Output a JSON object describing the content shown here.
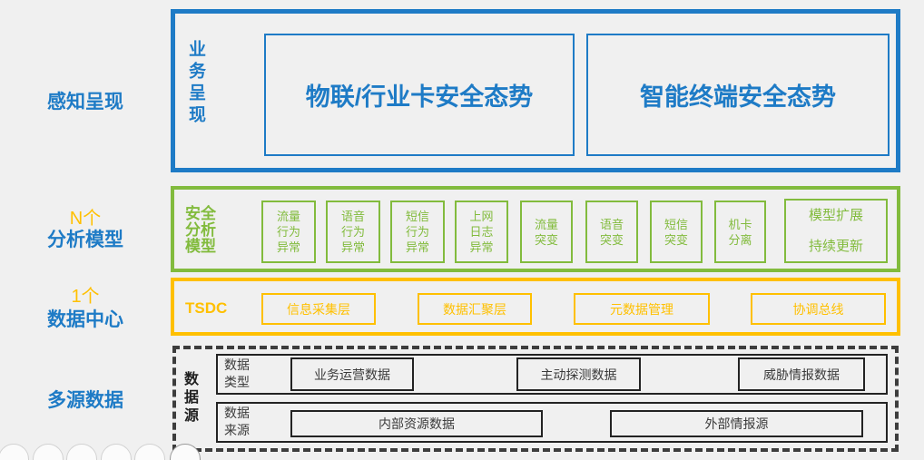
{
  "colors": {
    "bg": "#F0F0F0",
    "blue": "#1E7BC6",
    "green": "#82BB3D",
    "yellow": "#FFC000",
    "dark": "#3D3D3D",
    "box_border": "#232323",
    "text_dark": "#3A3A3A",
    "circle": "#D2D2D2"
  },
  "left_labels": {
    "perception": "感知呈现",
    "models_prefix": "N个",
    "models": "分析模型",
    "center_prefix": "1个",
    "center": "数据中心",
    "multisource": "多源数据"
  },
  "presentation_layer": {
    "side_label": "业务呈现",
    "boxes": [
      "物联/行业卡安全态势",
      "智能终端安全态势"
    ]
  },
  "analysis_layer": {
    "side_label": "安全\n分析\n模型",
    "models": [
      "流量\n行为\n异常",
      "语音\n行为\n异常",
      "短信\n行为\n异常",
      "上网\n日志\n异常",
      "流量\n突变",
      "语音\n突变",
      "短信\n突变",
      "机卡\n分离"
    ],
    "extension": "模型扩展\n持续更新"
  },
  "data_center_layer": {
    "side_label": "TSDC",
    "boxes": [
      "信息采集层",
      "数据汇聚层",
      "元数据管理",
      "协调总线"
    ]
  },
  "data_source_layer": {
    "side_label": "数据源",
    "rows": [
      {
        "label": "数据\n类型",
        "boxes": [
          "业务运营数据",
          "主动探测数据",
          "威胁情报数据"
        ]
      },
      {
        "label": "数据\n来源",
        "boxes": [
          "内部资源数据",
          "外部情报源"
        ]
      }
    ]
  }
}
